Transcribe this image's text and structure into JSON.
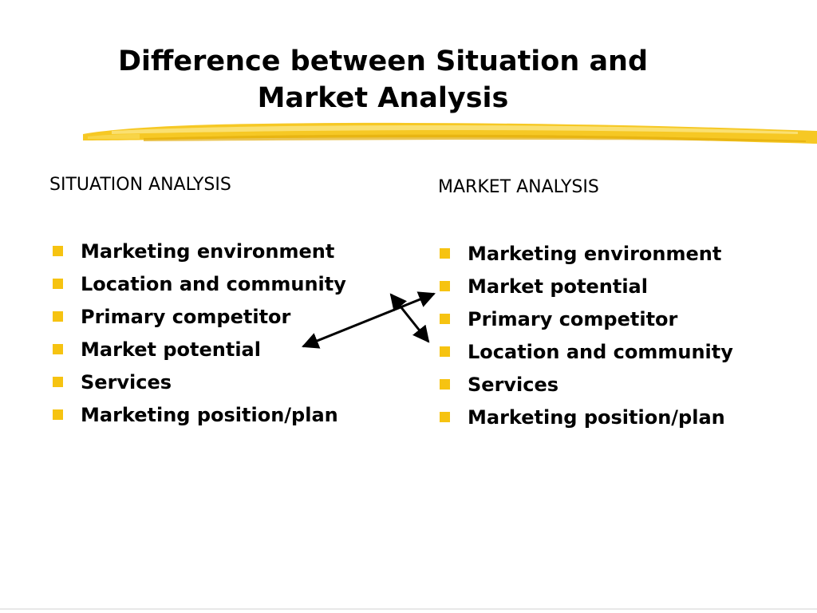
{
  "title": {
    "line1": "Difference between Situation and",
    "line2": "Market Analysis"
  },
  "left_column": {
    "header": "SITUATION ANALYSIS",
    "items": [
      "Marketing environment",
      "Location and community",
      "Primary competitor",
      "Market potential",
      "Services",
      "Marketing position/plan"
    ]
  },
  "right_column": {
    "header": "MARKET ANALYSIS",
    "items": [
      "Marketing environment",
      "Market potential",
      "Primary competitor",
      "Location and community",
      "Services",
      "Marketing position/plan"
    ]
  },
  "colors": {
    "bullet": "#f6c311",
    "brush_stroke": "#f5c518",
    "text": "#000000"
  },
  "icons": {
    "bullet": "square-bullet-icon",
    "brush": "yellow-brush-stroke",
    "arrow": "double-headed-arrow-icon"
  }
}
